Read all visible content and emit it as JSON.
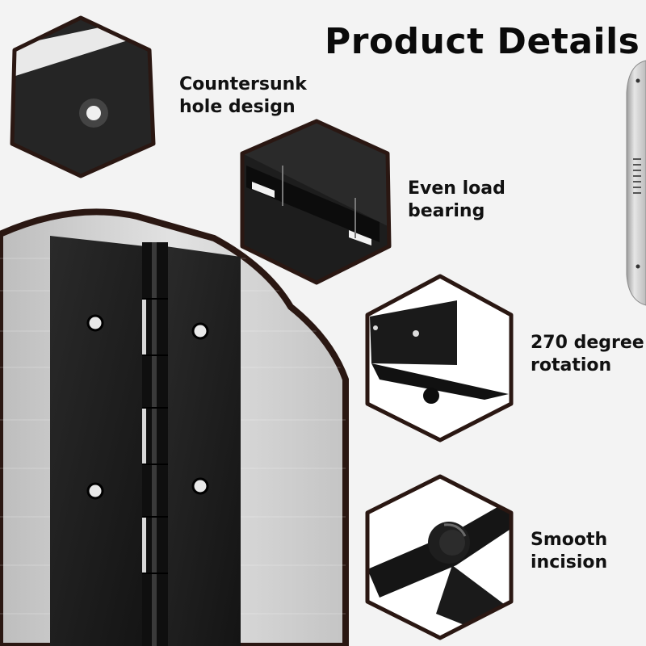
{
  "title": "Product Details",
  "features": [
    {
      "line1": "Countersunk",
      "line2": "hole design"
    },
    {
      "line1": "Even load",
      "line2": "bearing"
    },
    {
      "line1": "270 degree",
      "line2": "rotation"
    },
    {
      "line1": "Smooth",
      "line2": "incision"
    }
  ],
  "colors": {
    "background": "#f3f3f3",
    "outline": "#2a1712",
    "hinge_black": "#1b1b1b",
    "metal": "#c9c9c9"
  }
}
